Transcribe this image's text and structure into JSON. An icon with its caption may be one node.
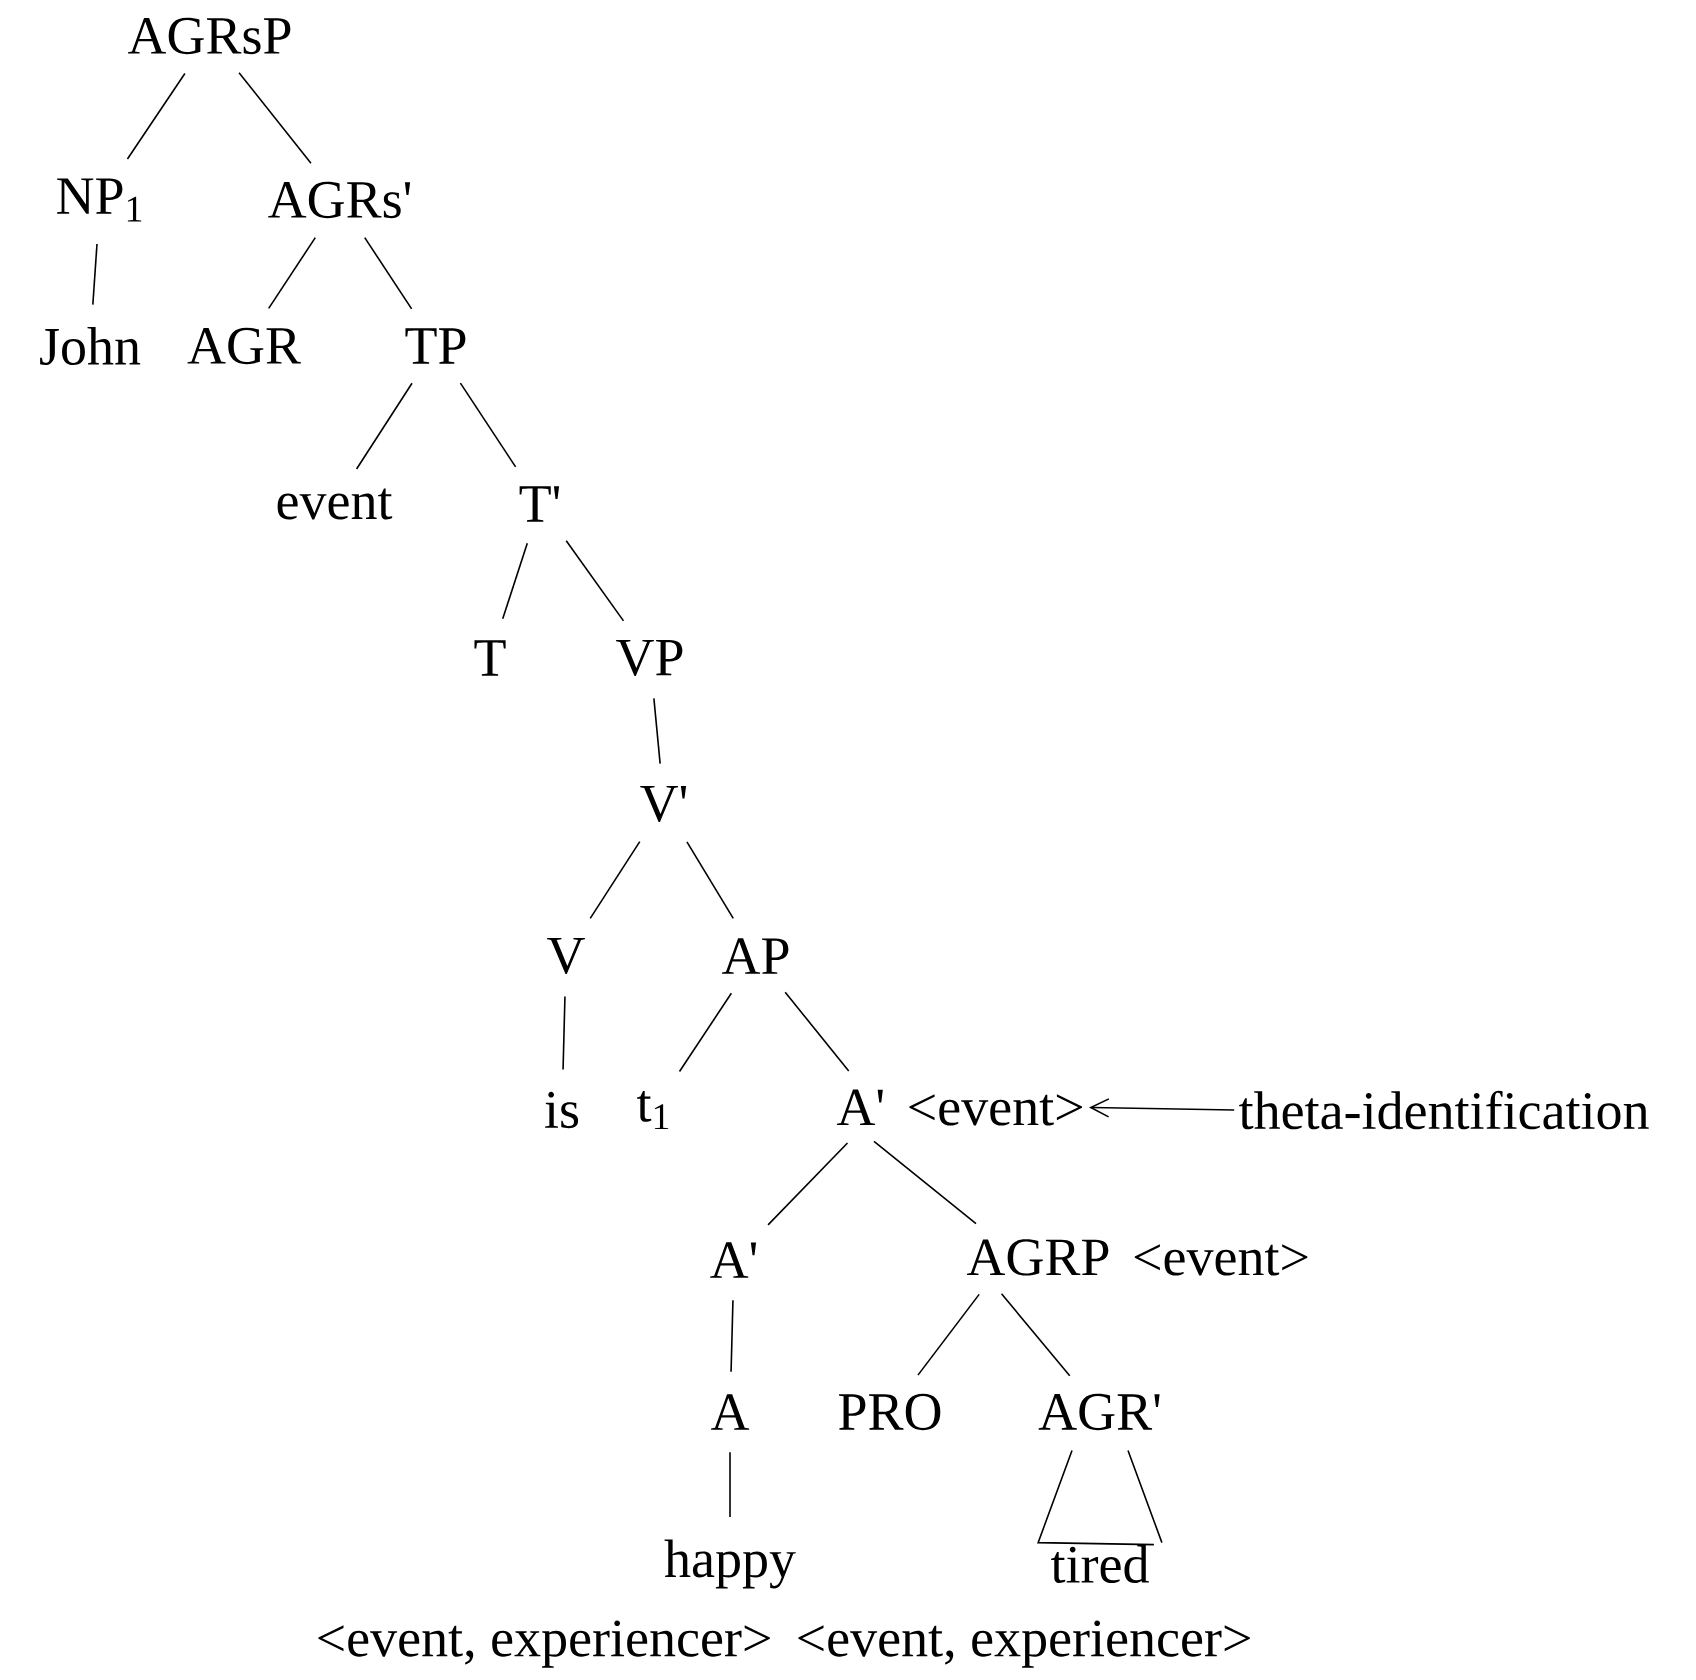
{
  "diagram": {
    "nodes": [
      {
        "text": [
          "AGRsP"
        ]
      },
      {
        "text": [
          "NP$_{1}$"
        ]
      },
      {
        "text": [
          "AGRs'"
        ]
      },
      {
        "text": [
          "John"
        ]
      },
      {
        "text": [
          "AGR"
        ]
      },
      {
        "text": [
          "TP"
        ]
      },
      {
        "text": [
          "event"
        ]
      },
      {
        "text": [
          "T'"
        ]
      },
      {
        "text": [
          "T"
        ]
      },
      {
        "text": [
          "VP"
        ]
      },
      {
        "text": [
          "V'"
        ]
      },
      {
        "text": [
          "V"
        ]
      },
      {
        "text": [
          "AP"
        ]
      },
      {
        "text": [
          "is"
        ]
      },
      {
        "text": [
          "t$_{1}$"
        ]
      },
      {
        "text": [
          "A'",
          "<event>"
        ]
      },
      {
        "text": [
          "theta-identification"
        ]
      },
      {
        "text": [
          "A'"
        ]
      },
      {
        "text": [
          "AGRP",
          "<event>"
        ]
      },
      {
        "text": [
          "A"
        ]
      },
      {
        "text": [
          "PRO"
        ]
      },
      {
        "text": [
          "AGR'"
        ]
      },
      {
        "text": [
          "happy"
        ],
        "beside": [
          "<event, experiencer>"
        ]
      },
      {
        "text": [
          "tired"
        ],
        "beside": [
          "<event, experiencer>"
        ]
      }
    ],
    "edges": [
      {
        "from": 0,
        "to": 1,
        "arrow": "none"
      },
      {
        "from": 0,
        "to": 2,
        "arrow": "none"
      },
      {
        "from": 1,
        "to": 3,
        "arrow": "none"
      },
      {
        "from": 2,
        "to": 4,
        "arrow": "none"
      },
      {
        "from": 2,
        "to": 5,
        "arrow": "none"
      },
      {
        "from": 5,
        "to": 6,
        "arrow": "none"
      },
      {
        "from": 5,
        "to": 7,
        "arrow": "none"
      },
      {
        "from": 7,
        "to": 8,
        "arrow": "none"
      },
      {
        "from": 7,
        "to": 9,
        "arrow": "none"
      },
      {
        "from": 9,
        "to": 10,
        "arrow": "none"
      },
      {
        "from": 10,
        "to": 11,
        "arrow": "none"
      },
      {
        "from": 10,
        "to": 12,
        "arrow": "none"
      },
      {
        "from": 11,
        "to": 13,
        "arrow": "none"
      },
      {
        "from": 12,
        "to": 14,
        "arrow": "none"
      },
      {
        "from": 12,
        "to": 15,
        "arrow": "none"
      },
      {
        "from": 15,
        "to": 17,
        "arrow": "none"
      },
      {
        "from": 15,
        "to": 18,
        "arrow": "none"
      },
      {
        "from": 17,
        "to": 19,
        "arrow": "none"
      },
      {
        "from": 18,
        "to": 20,
        "arrow": "none"
      },
      {
        "from": 18,
        "to": 21,
        "arrow": "none"
      },
      {
        "from": 19,
        "to": 22,
        "arrow": "none"
      },
      {
        "from": 21,
        "to": 23,
        "arrow": "none"
      },
      {
        "from": 16,
        "to": 15,
        "arrow": "to"
      }
    ]
  }
}
